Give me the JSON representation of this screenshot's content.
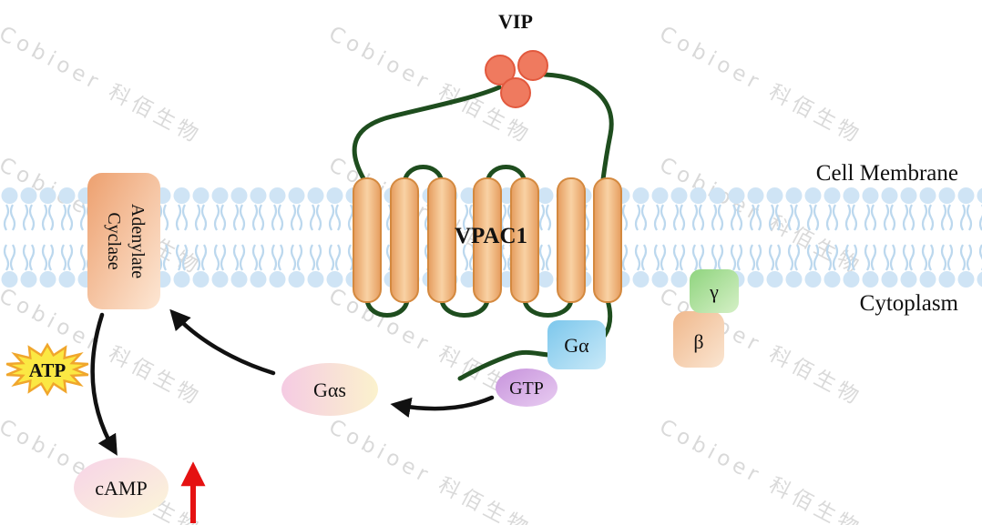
{
  "watermark": {
    "text": "Cobioer 科佰生物"
  },
  "labels": {
    "vip": "VIP",
    "receptor": "VPAC1",
    "cell_membrane": "Cell Membrane",
    "cytoplasm": "Cytoplasm",
    "g_alpha": "Gα",
    "gtp": "GTP",
    "gamma": "γ",
    "beta": "β",
    "g_alpha_s": "Gαs",
    "adenylate_line1": "Adenylate",
    "adenylate_line2": "Cyclase",
    "atp": "ATP",
    "camp": "cAMP"
  },
  "colors": {
    "membrane_head": "#cfe4f5",
    "membrane_tail": "#bcd8ee",
    "helix_fill": "#f6c28d",
    "helix_edge": "#d4893f",
    "receptor_loop_green": "#1e4d1e",
    "vip_ligand": "#ef7a5f",
    "g_alpha_blue": "#7cc7ec",
    "gtp_purple": "#c793dc",
    "gamma_green": "#8fd47e",
    "beta_peach": "#f0b88c",
    "g_alpha_s_pink": "#f5cbe3",
    "adenylate_orange": "#eda06f",
    "camp_pink": "#f7d3e8",
    "atp_star_yellow": "#fbe843",
    "atp_star_edge": "#f0a62c",
    "atp_text_green": "#129a12",
    "arrow_black": "#111111",
    "arrow_red": "#e51212"
  }
}
